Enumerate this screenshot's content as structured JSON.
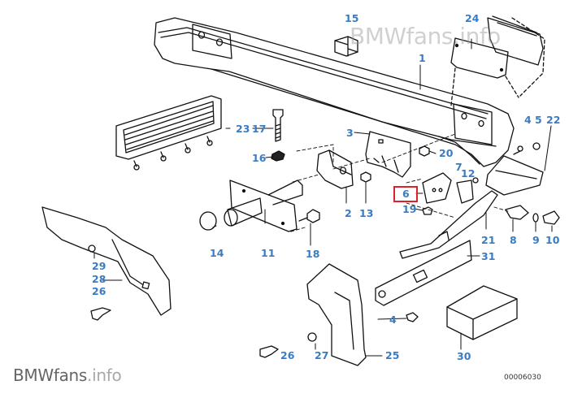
{
  "diagram": {
    "title": "Rear bumper parts diagram",
    "watermark_top": "BMWfans.info",
    "watermark_bottom": {
      "part1": "BMWfans",
      "part2": ".info"
    },
    "document_number": "00006030",
    "label_color": "#3a7cc2",
    "highlight_color": "#e0202a",
    "highlighted_part": "6",
    "parts": [
      {
        "id": "p15",
        "number": "15"
      },
      {
        "id": "p24",
        "number": "24"
      },
      {
        "id": "p1",
        "number": "1"
      },
      {
        "id": "p23",
        "number": "23"
      },
      {
        "id": "p17",
        "number": "17"
      },
      {
        "id": "p16",
        "number": "16"
      },
      {
        "id": "p3",
        "number": "3"
      },
      {
        "id": "p20",
        "number": "20"
      },
      {
        "id": "p4a",
        "number": "4"
      },
      {
        "id": "p5",
        "number": "5"
      },
      {
        "id": "p22",
        "number": "22"
      },
      {
        "id": "p7",
        "number": "7"
      },
      {
        "id": "p12",
        "number": "12"
      },
      {
        "id": "p6",
        "number": "6"
      },
      {
        "id": "p19",
        "number": "19"
      },
      {
        "id": "p2",
        "number": "2"
      },
      {
        "id": "p13",
        "number": "13"
      },
      {
        "id": "p14",
        "number": "14"
      },
      {
        "id": "p11",
        "number": "11"
      },
      {
        "id": "p18",
        "number": "18"
      },
      {
        "id": "p21",
        "number": "21"
      },
      {
        "id": "p8",
        "number": "8"
      },
      {
        "id": "p9",
        "number": "9"
      },
      {
        "id": "p10",
        "number": "10"
      },
      {
        "id": "p31",
        "number": "31"
      },
      {
        "id": "p29",
        "number": "29"
      },
      {
        "id": "p28",
        "number": "28"
      },
      {
        "id": "p26a",
        "number": "26"
      },
      {
        "id": "p4b",
        "number": "4"
      },
      {
        "id": "p26b",
        "number": "26"
      },
      {
        "id": "p27",
        "number": "27"
      },
      {
        "id": "p25",
        "number": "25"
      },
      {
        "id": "p30",
        "number": "30"
      }
    ]
  }
}
